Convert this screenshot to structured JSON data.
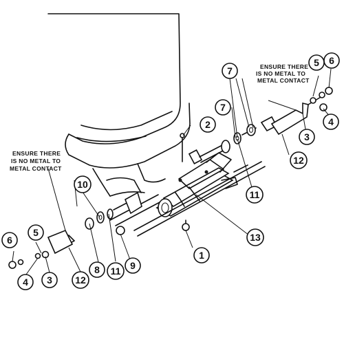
{
  "notes": {
    "right": [
      "ENSURE THERE",
      "IS NO METAL TO",
      "METAL CONTACT"
    ],
    "left": [
      "ENSURE THERE",
      "IS NO METAL TO",
      "METAL CONTACT"
    ]
  },
  "callouts": {
    "c1": "1",
    "c2": "2",
    "c3_left": "3",
    "c3_right": "3",
    "c4_left": "4",
    "c4_right": "4",
    "c5_left": "5",
    "c5_right": "5",
    "c6_left": "6",
    "c6_right": "6",
    "c7_top": "7",
    "c7_mid": "7",
    "c8": "8",
    "c9": "9",
    "c10": "10",
    "c11_left": "11",
    "c11_right": "11",
    "c12_left": "12",
    "c12_right": "12",
    "c13": "13"
  }
}
